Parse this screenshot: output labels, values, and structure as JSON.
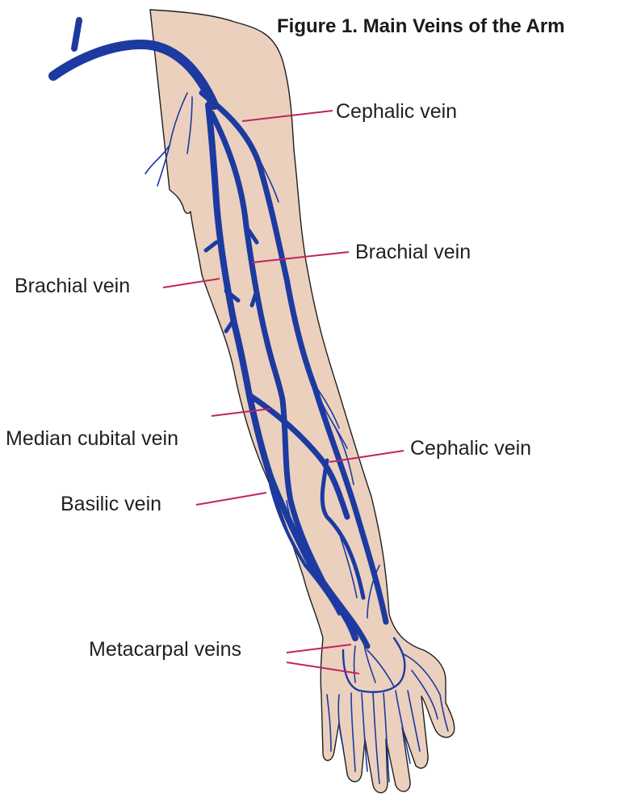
{
  "title": "Figure 1. Main Veins of the Arm",
  "labels": {
    "cephalic_upper": "Cephalic vein",
    "brachial_right": "Brachial vein",
    "brachial_left": "Brachial vein",
    "median_cubital": "Median cubital vein",
    "cephalic_lower": "Cephalic vein",
    "basilic": "Basilic vein",
    "metacarpal": "Metacarpal veins"
  },
  "colors": {
    "vein": "#1c3aa0",
    "skin": "#ebd0be",
    "leader_line": "#c0245c"
  }
}
